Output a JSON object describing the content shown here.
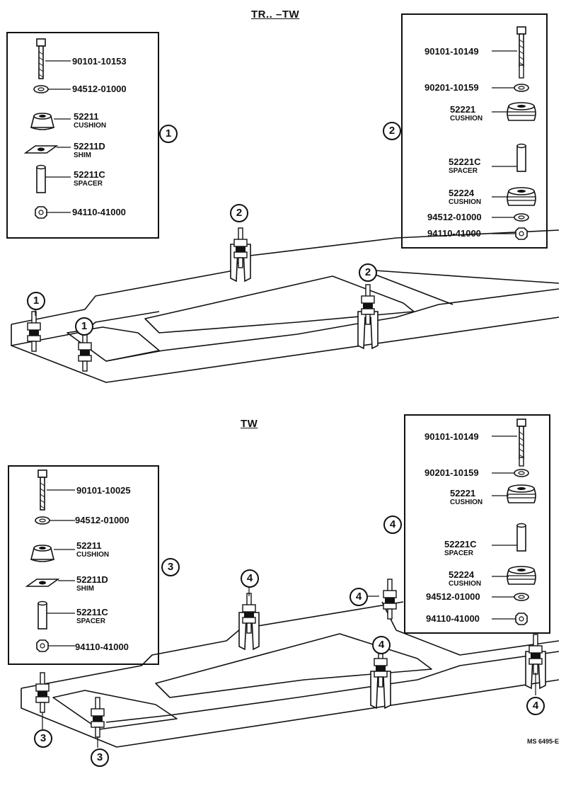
{
  "titles": {
    "top": "TR..  –TW",
    "bottom": "TW"
  },
  "groups": [
    {
      "callout": "1",
      "parts": [
        {
          "num": "90101-10153",
          "desc": ""
        },
        {
          "num": "94512-01000",
          "desc": ""
        },
        {
          "num": "52211",
          "desc": "CUSHION"
        },
        {
          "num": "52211D",
          "desc": "SHIM"
        },
        {
          "num": "52211C",
          "desc": "SPACER"
        },
        {
          "num": "94110-41000",
          "desc": ""
        }
      ]
    },
    {
      "callout": "2",
      "parts": [
        {
          "num": "90101-10149",
          "desc": ""
        },
        {
          "num": "90201-10159",
          "desc": ""
        },
        {
          "num": "52221",
          "desc": "CUSHION"
        },
        {
          "num": "52221C",
          "desc": "SPACER"
        },
        {
          "num": "52224",
          "desc": "CUSHION"
        },
        {
          "num": "94512-01000",
          "desc": ""
        },
        {
          "num": "94110-41000",
          "desc": ""
        }
      ]
    },
    {
      "callout": "3",
      "parts": [
        {
          "num": "90101-10025",
          "desc": ""
        },
        {
          "num": "94512-01000",
          "desc": ""
        },
        {
          "num": "52211",
          "desc": "CUSHION"
        },
        {
          "num": "52211D",
          "desc": "SHIM"
        },
        {
          "num": "52211C",
          "desc": "SPACER"
        },
        {
          "num": "94110-41000",
          "desc": ""
        }
      ]
    },
    {
      "callout": "4",
      "parts": [
        {
          "num": "90101-10149",
          "desc": ""
        },
        {
          "num": "90201-10159",
          "desc": ""
        },
        {
          "num": "52221",
          "desc": "CUSHION"
        },
        {
          "num": "52221C",
          "desc": "SPACER"
        },
        {
          "num": "52224",
          "desc": "CUSHION"
        },
        {
          "num": "94512-01000",
          "desc": ""
        },
        {
          "num": "94110-41000",
          "desc": ""
        }
      ]
    }
  ],
  "figure_ref": "MS  6495-E"
}
